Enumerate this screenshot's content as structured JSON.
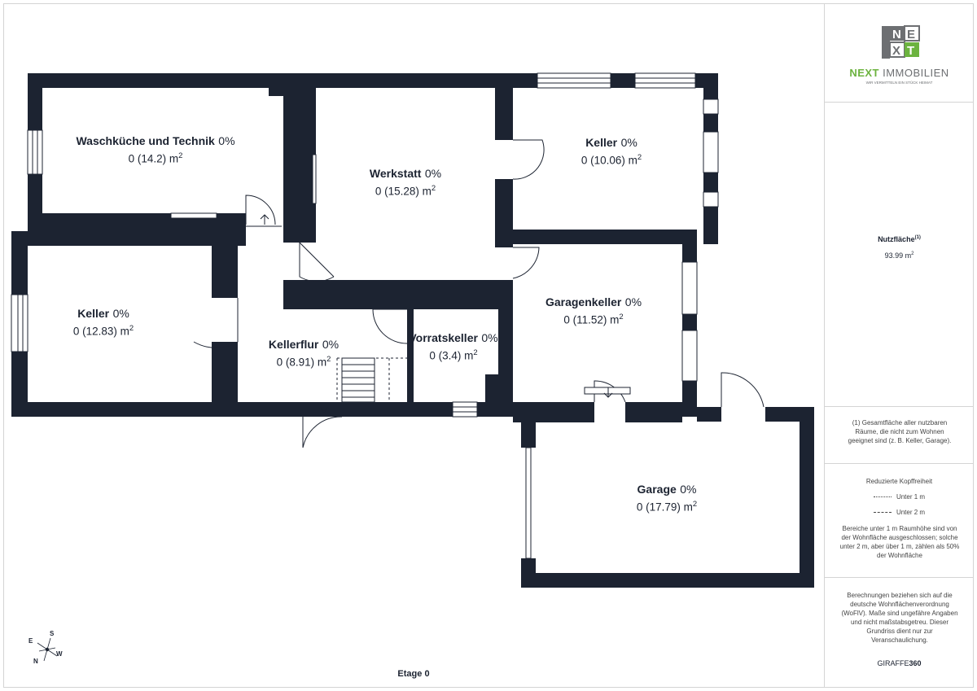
{
  "floor": {
    "label": "Etage 0"
  },
  "rooms": [
    {
      "name": "Waschküche und Technik",
      "pct": "0%",
      "area": "0 (14.2) m",
      "unit_sup": "2"
    },
    {
      "name": "Werkstatt",
      "pct": "0%",
      "area": "0 (15.28) m",
      "unit_sup": "2"
    },
    {
      "name": "Keller",
      "pct": "0%",
      "area": "0 (10.06) m",
      "unit_sup": "2"
    },
    {
      "name": "Keller",
      "pct": "0%",
      "area": "0 (12.83) m",
      "unit_sup": "2"
    },
    {
      "name": "Kellerflur",
      "pct": "0%",
      "area": "0 (8.91) m",
      "unit_sup": "2"
    },
    {
      "name": "Vorratskeller",
      "pct": "0%",
      "area": "0 (3.4) m",
      "unit_sup": "2"
    },
    {
      "name": "Garagenkeller",
      "pct": "0%",
      "area": "0 (11.52) m",
      "unit_sup": "2"
    },
    {
      "name": "Garage",
      "pct": "0%",
      "area": "0 (17.79) m",
      "unit_sup": "2"
    }
  ],
  "compass": {
    "s": "S",
    "e": "E",
    "w": "W",
    "n": "N"
  },
  "logo": {
    "brand_primary": "NEXT",
    "brand_secondary": "IMMOBILIEN",
    "tagline": "WIR VERMITTELN EIN STÜCK HEIMAT",
    "letters": "NEXT"
  },
  "sidebar": {
    "usable_label": "Nutzfläche",
    "usable_sup": "(1)",
    "usable_value": "93.99 m",
    "usable_unit_sup": "2",
    "footnote": "(1) Gesamtfläche aller nutzbaren Räume, die nicht zum Wohnen geeignet sind (z. B. Keller, Garage).",
    "headroom_title": "Reduzierte Kopffreiheit",
    "headroom_under1": "Unter 1 m",
    "headroom_under2": "Unter 2 m",
    "headroom_note": "Bereiche unter 1 m Raumhöhe sind von der Wohnfläche ausgeschlossen; solche unter 2 m, aber über 1 m, zählen als 50% der Wohnfläche",
    "disclaimer": "Berechnungen beziehen sich auf die deutsche Wohnflächenverordnung (WoFlV). Maße sind ungefähre Angaben und nicht maßstabsgetreu. Dieser Grundriss dient nur zur Veranschaulichung.",
    "credit_light": "GIRAFFE",
    "credit_bold": "360"
  },
  "colors": {
    "wall": "#1c2331",
    "accent_green": "#6cb33f",
    "logo_gray": "#6d6f72"
  }
}
